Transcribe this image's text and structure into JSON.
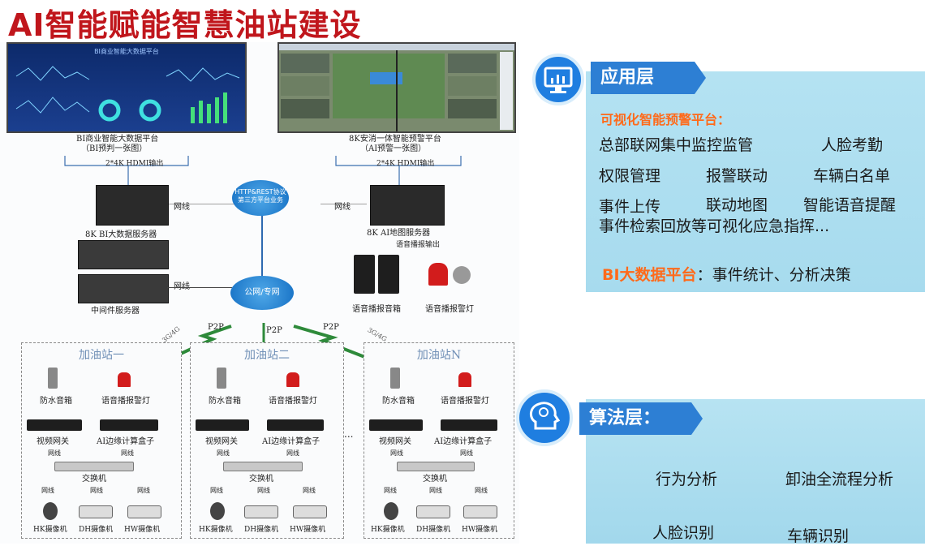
{
  "title": "AI智能赋能智慧油站建设",
  "diagram": {
    "bi_screen_title": "BI商业智能大数据平台",
    "bi_caption_1": "BI商业智能大数据平台",
    "bi_caption_2": "（BI预判一张图）",
    "ai_caption_1": "8K安消一体智能预警平台",
    "ai_caption_2": "（AI预警一张图）",
    "hdmi_left": "2*4K HDMI输出",
    "hdmi_right": "2*4K HDMI输出",
    "cloud_top_1": "HTTP&REST协议",
    "cloud_top_2": "第三方平台业务",
    "net_left_top": "网线",
    "net_right_top": "网线",
    "net_left_mid": "网线",
    "bi_server": "8K BI大数据服务器",
    "ai_server": "8K AI地图服务器",
    "audio_out": "语音播报输出",
    "middleware": "中间件服务器",
    "cloud_net": "公网/专网",
    "speaker_box": "语音播报音箱",
    "alarm_light": "语音播报警灯",
    "link_left": "3G/4G",
    "link_right": "3G/4G",
    "p2p_left": "P2P",
    "p2p_mid": "P2P",
    "p2p_right": "P2P",
    "ellipsis": "...",
    "stations": [
      {
        "name": "加油站一",
        "speaker": "防水音箱",
        "alarm": "语音播报警灯",
        "gateway": "视频网关",
        "edge": "AI边缘计算盒子",
        "net1": "网线",
        "net2": "网线",
        "switch": "交换机",
        "net3": "网线",
        "net4": "网线",
        "net5": "网线",
        "cam1": "HK摄像机",
        "cam2": "DH摄像机",
        "cam3": "HW摄像机"
      },
      {
        "name": "加油站二",
        "speaker": "防水音箱",
        "alarm": "语音播报警灯",
        "gateway": "视频网关",
        "edge": "AI边缘计算盒子",
        "net1": "网线",
        "net2": "网线",
        "switch": "交换机",
        "net3": "网线",
        "net4": "网线",
        "net5": "网线",
        "cam1": "HK摄像机",
        "cam2": "DH摄像机",
        "cam3": "HW摄像机"
      },
      {
        "name": "加油站N",
        "speaker": "防水音箱",
        "alarm": "语音播报警灯",
        "gateway": "视频网关",
        "edge": "AI边缘计算盒子",
        "net1": "网线",
        "net2": "网线",
        "switch": "交换机",
        "net3": "网线",
        "net4": "网线",
        "net5": "网线",
        "cam1": "HK摄像机",
        "cam2": "DH摄像机",
        "cam3": "HW摄像机"
      }
    ]
  },
  "app_layer": {
    "tab": "应用层",
    "heading": "可视化智能预警平台：",
    "line1a": "总部联网集中监控监管",
    "line1b": "人脸考勤",
    "line2a": "权限管理",
    "line2b": "报警联动",
    "line2c": "车辆白名单",
    "line3a": "事件上传",
    "line3b": "联动地图",
    "line3c": "智能语音提醒",
    "line4": "事件检索回放等可视化应急指挥...",
    "bi_label": "BI大数据平台",
    "bi_text": "：事件统计、分析决策"
  },
  "algo_layer": {
    "tab": "算法层：",
    "item1": "行为分析",
    "item2": "卸油全流程分析",
    "item3": "人脸识别",
    "item4": "车辆识别"
  },
  "colors": {
    "title": "#c0161c",
    "accent_blue": "#2d7fd4",
    "highlight": "#ff6a1a",
    "panel": "#aedef0"
  }
}
